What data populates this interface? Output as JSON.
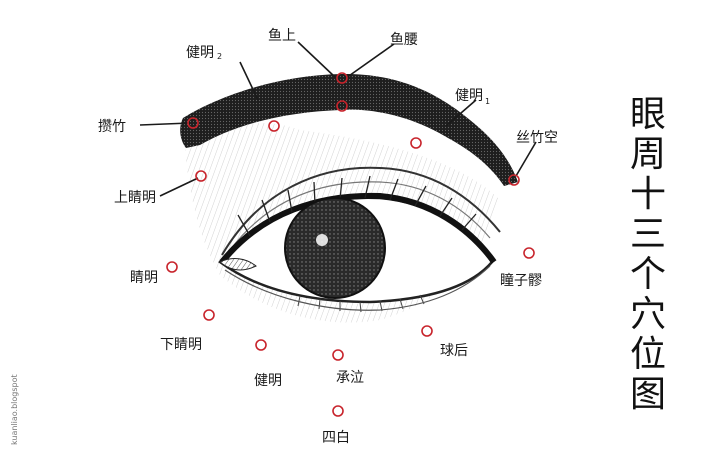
{
  "title_chars": [
    "眼",
    "周",
    "十",
    "三",
    "个",
    "穴",
    "位",
    "图"
  ],
  "watermark": "kuanliao.blogspot",
  "points": [
    {
      "label": "攒竹"
    },
    {
      "label": "健明",
      "sub": "2"
    },
    {
      "label": "鱼上"
    },
    {
      "label": "鱼腰"
    },
    {
      "label": "健明",
      "sub": "1"
    },
    {
      "label": "丝竹空"
    },
    {
      "label": "上睛明"
    },
    {
      "label": "瞳子髎"
    },
    {
      "label": "睛明"
    },
    {
      "label": "下睛明"
    },
    {
      "label": "球后"
    },
    {
      "label": "健明"
    },
    {
      "label": "承泣"
    },
    {
      "label": "四白"
    }
  ],
  "colors": {
    "marker": "#c8242c",
    "ink": "#1a1a1a"
  }
}
